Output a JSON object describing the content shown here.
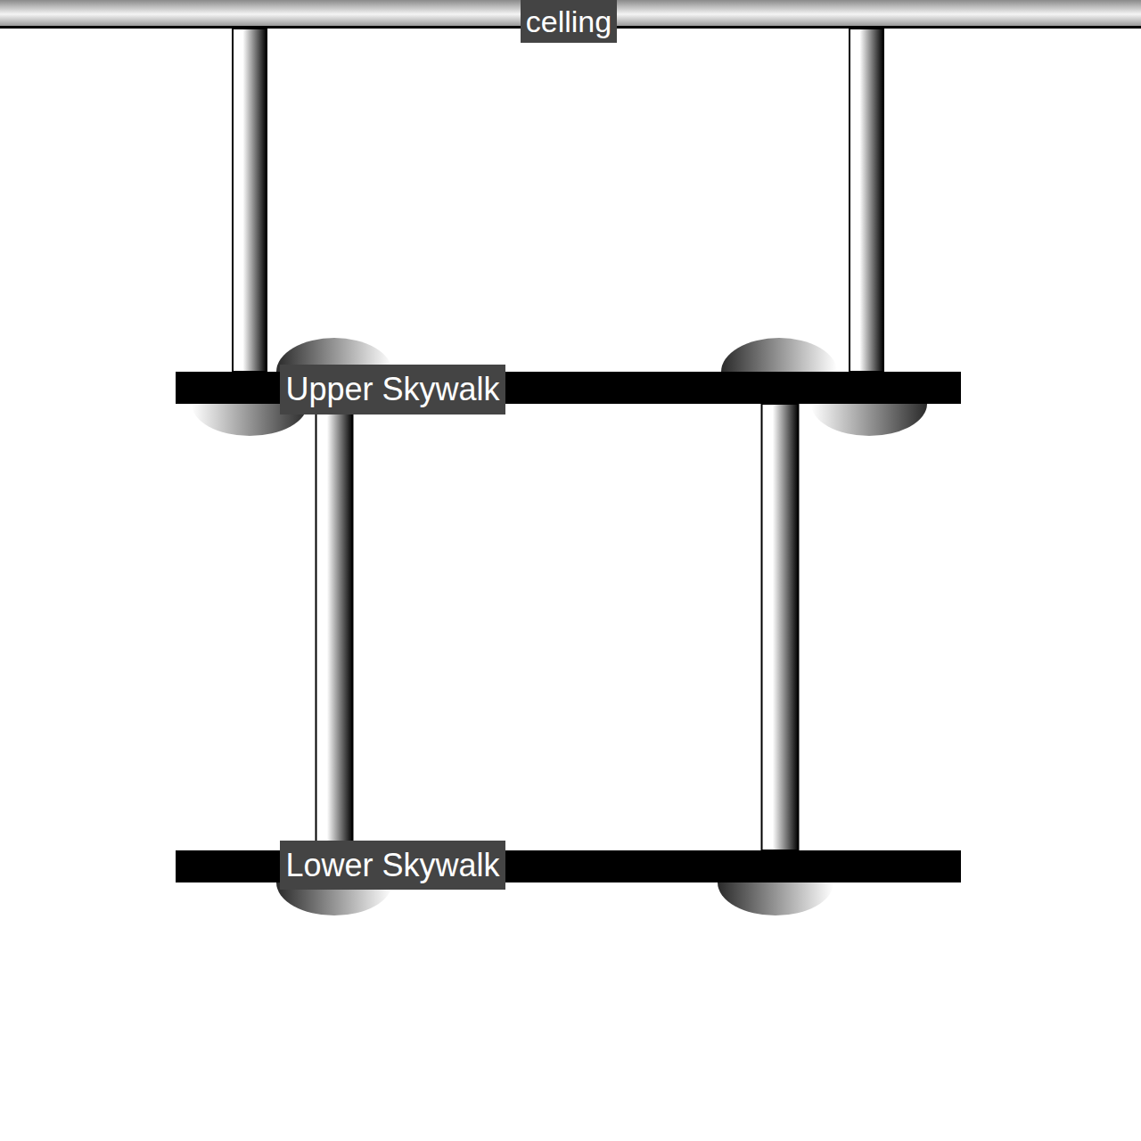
{
  "diagram": {
    "nodes": [
      {
        "text": [
          "celling"
        ]
      },
      {
        "text": [
          "Upper Skywalk"
        ]
      },
      {
        "text": [
          "Lower Skywalk"
        ]
      }
    ],
    "edges": [
      {
        "from": 0,
        "to": 1,
        "arrow": "none"
      },
      {
        "from": 0,
        "to": 1,
        "arrow": "none"
      },
      {
        "from": 1,
        "to": 2,
        "arrow": "none"
      },
      {
        "from": 1,
        "to": 2,
        "arrow": "none"
      }
    ]
  }
}
